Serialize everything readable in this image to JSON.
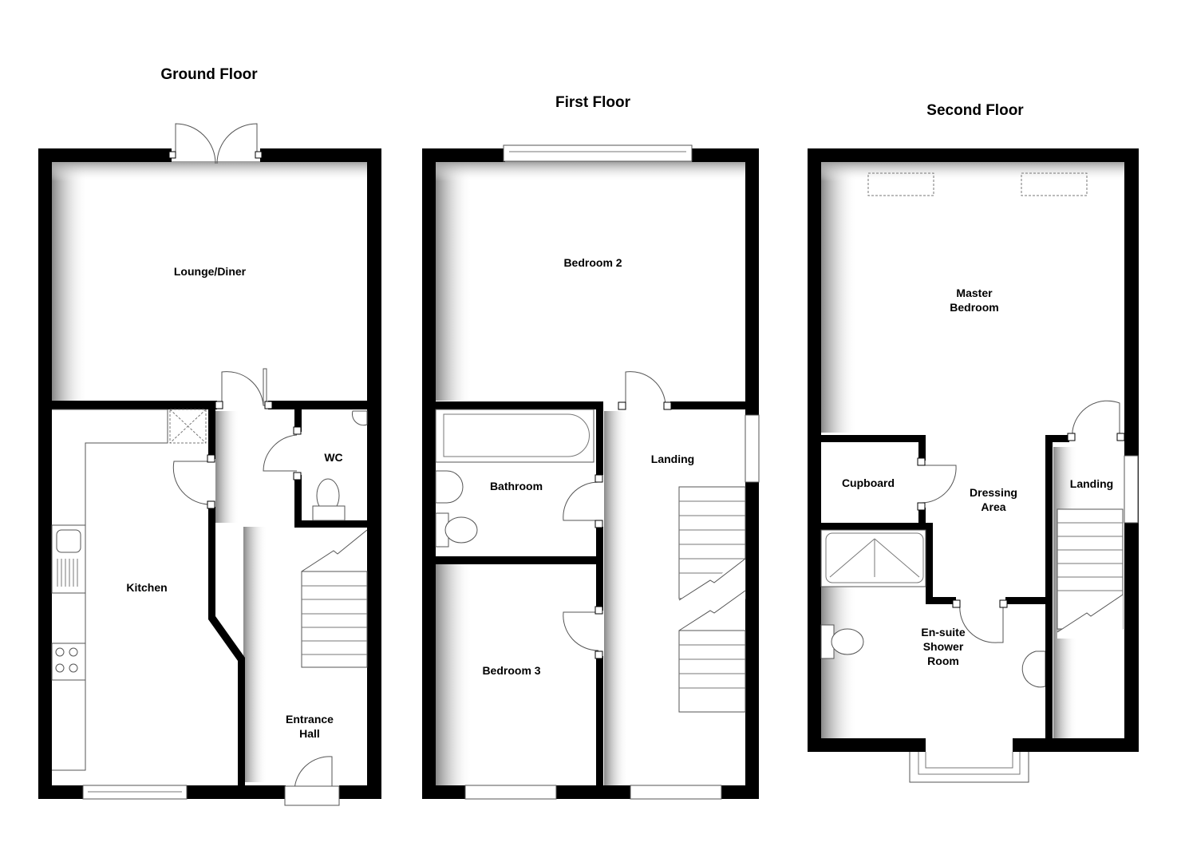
{
  "floors": [
    {
      "title": "Ground Floor",
      "rooms": [
        {
          "name": "Lounge/Diner"
        },
        {
          "name": "Kitchen"
        },
        {
          "name": "WC"
        },
        {
          "name": "Entrance",
          "name2": "Hall"
        }
      ]
    },
    {
      "title": "First Floor",
      "rooms": [
        {
          "name": "Bedroom 2"
        },
        {
          "name": "Bathroom"
        },
        {
          "name": "Landing"
        },
        {
          "name": "Bedroom 3"
        }
      ]
    },
    {
      "title": "Second Floor",
      "rooms": [
        {
          "name": "Master",
          "name2": "Bedroom"
        },
        {
          "name": "Cupboard"
        },
        {
          "name": "Dressing",
          "name2": "Area"
        },
        {
          "name": "Landing"
        },
        {
          "name": "En-suite",
          "name2": "Shower",
          "name3": "Room"
        }
      ]
    }
  ],
  "colors": {
    "wall": "#000000",
    "background": "#ffffff",
    "fixture_line": "#666666"
  }
}
